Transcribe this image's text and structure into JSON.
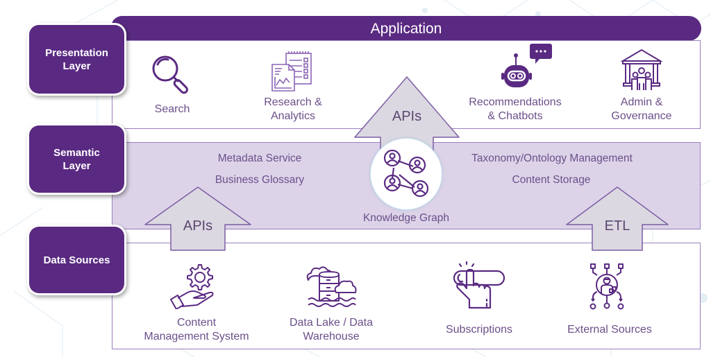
{
  "header": {
    "title": "Application"
  },
  "layers": [
    {
      "name": "Presentation Layer",
      "line1": "Presentation",
      "line2": "Layer"
    },
    {
      "name": "Semantic Layer",
      "line1": "Semantic",
      "line2": "Layer"
    },
    {
      "name": "Data Sources",
      "line1": "Data Sources",
      "line2": ""
    }
  ],
  "presentation": {
    "items": [
      {
        "icon": "search-icon",
        "line1": "Search",
        "line2": ""
      },
      {
        "icon": "research-analytics-icon",
        "line1": "Research &",
        "line2": "Analytics"
      },
      {
        "icon": "chatbot-icon",
        "line1": "Recommendations",
        "line2": "& Chatbots"
      },
      {
        "icon": "governance-icon",
        "line1": "Admin &",
        "line2": "Governance"
      }
    ]
  },
  "semantic": {
    "left": [
      "Metadata Service",
      "Business Glossary"
    ],
    "right": [
      "Taxonomy/Ontology Management",
      "Content Storage"
    ],
    "center": {
      "icon": "knowledge-graph-icon",
      "label": "Knowledge Graph"
    }
  },
  "data_sources": {
    "items": [
      {
        "icon": "cms-icon",
        "line1": "Content",
        "line2": "Management System"
      },
      {
        "icon": "data-lake-icon",
        "line1": "Data Lake / Data",
        "line2": "Warehouse"
      },
      {
        "icon": "subscriptions-icon",
        "line1": "Subscriptions",
        "line2": ""
      },
      {
        "icon": "external-sources-icon",
        "line1": "External Sources",
        "line2": ""
      }
    ]
  },
  "arrows": {
    "top": "APIs",
    "bottom_left": "APIs",
    "bottom_right": "ETL"
  },
  "colors": {
    "brand_purple": "#5a2a82",
    "semantic_fill": "#dcd3e8",
    "border": "#9b7ec0",
    "arrow_fill": "#dcd8e2",
    "text": "#6b4f8a"
  }
}
